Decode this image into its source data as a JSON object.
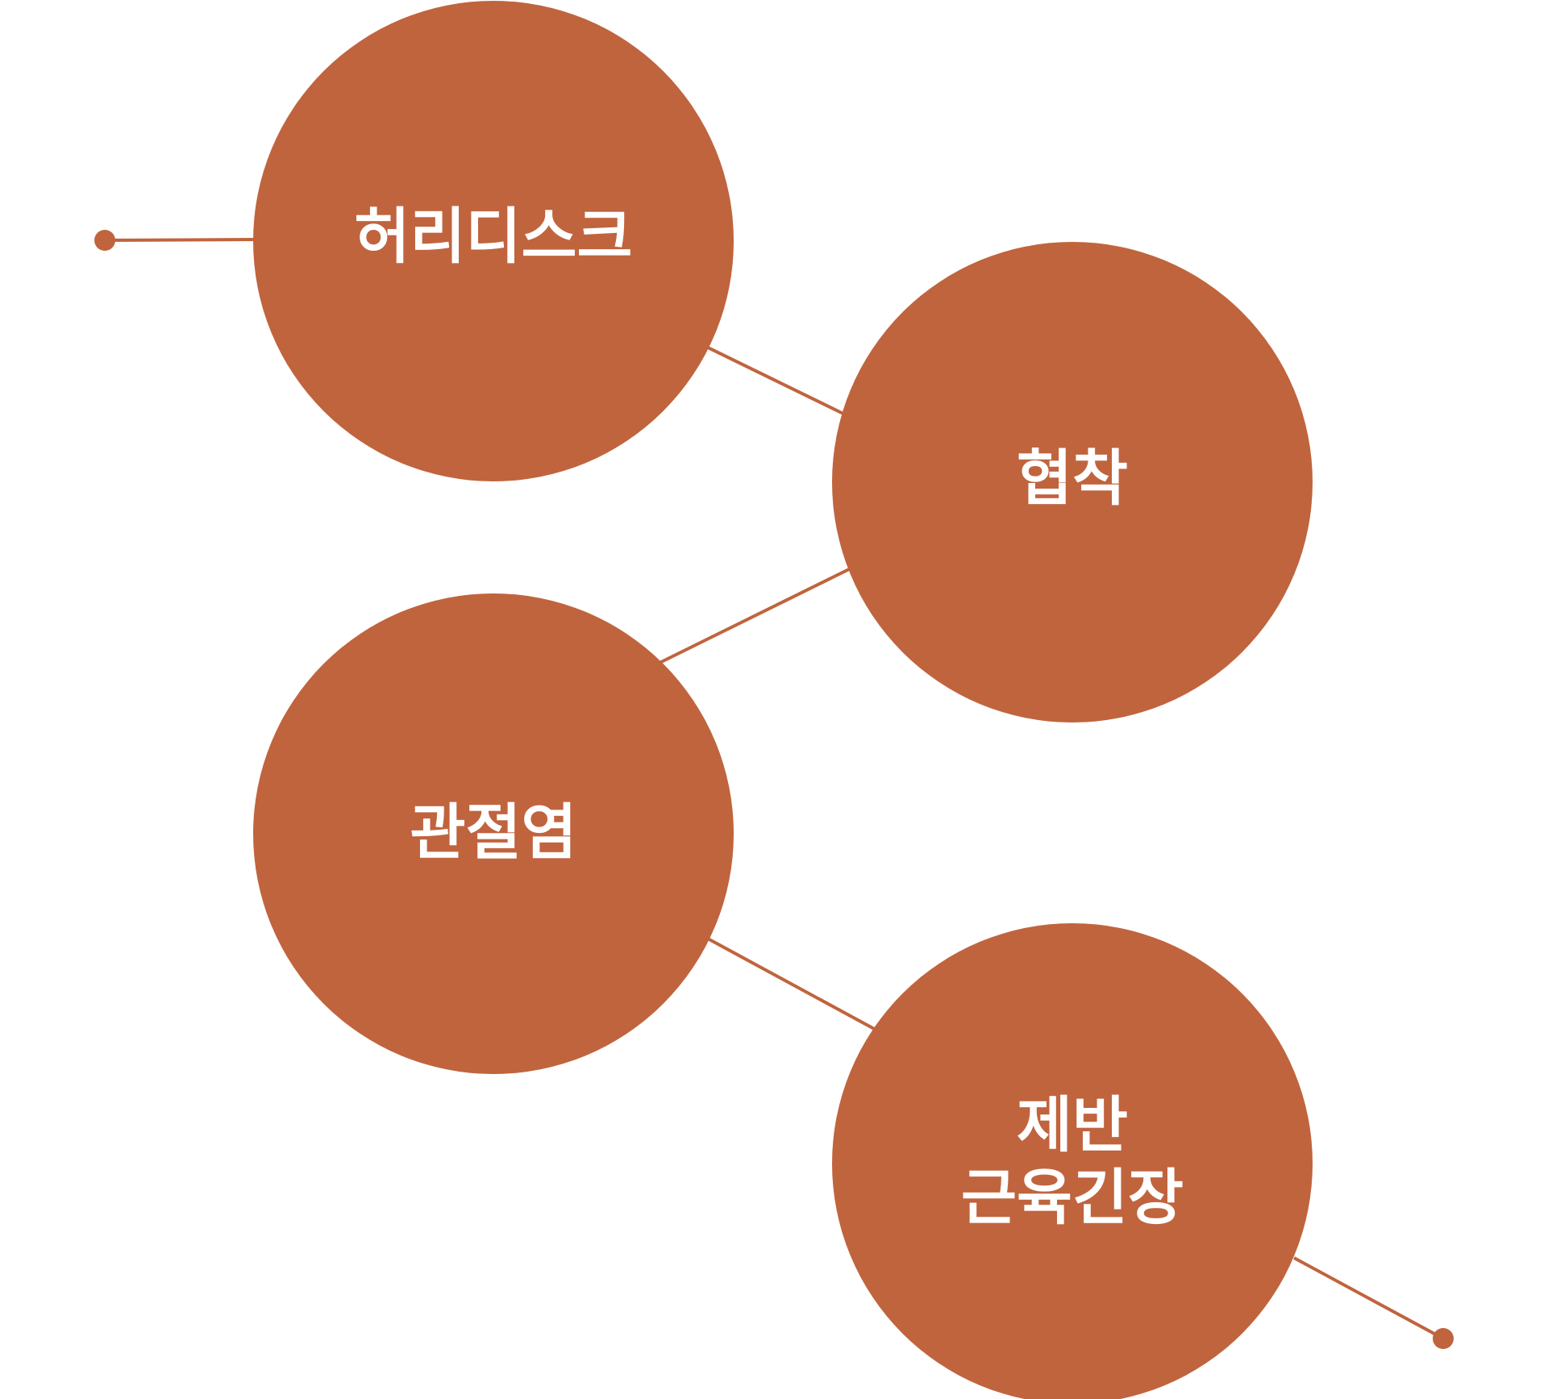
{
  "diagram": {
    "accent_color": "#C0643E",
    "label_color": "#FFFFFF",
    "nodes": [
      {
        "id": "node-1",
        "lines": [
          "허리디스크"
        ]
      },
      {
        "id": "node-2",
        "lines": [
          "협착"
        ]
      },
      {
        "id": "node-3",
        "lines": [
          "관절염"
        ]
      },
      {
        "id": "node-4",
        "lines": [
          "제반",
          "근육긴장"
        ]
      }
    ]
  }
}
